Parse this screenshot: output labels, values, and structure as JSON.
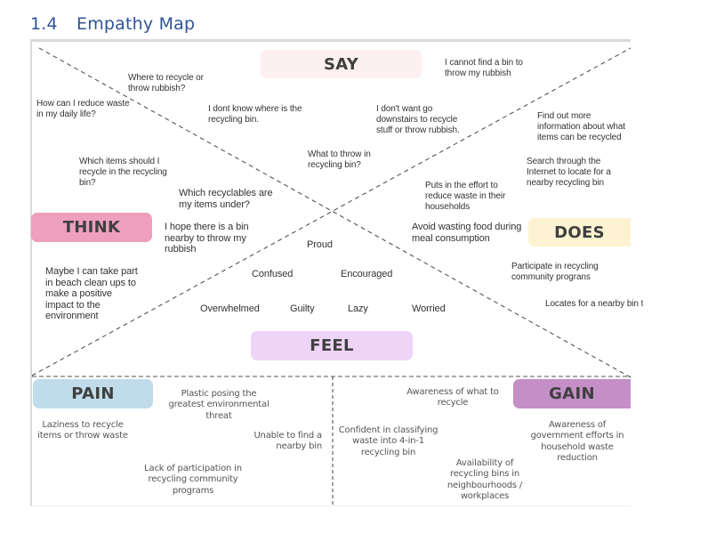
{
  "heading": {
    "number": "1.4",
    "title": "Empathy Map"
  },
  "colors": {
    "heading": "#2f5496",
    "say": "#fdf0f1",
    "think": "#ed9fbd",
    "does": "#fdf3d2",
    "feel": "#eed4f6",
    "pain": "#c0dcea",
    "gain": "#c38fc6",
    "label_text": "#3f3f3f",
    "dashed_line": "#555555"
  },
  "quadrants": {
    "say": {
      "label": "SAY",
      "items": [
        "Where to recycle or throw rubbish?",
        "How can I reduce waste in my daily life?",
        "I dont know where is the recycling bin.",
        "I don't want go downstairs to recycle stuff or throw rubbish.",
        "I cannot find a bin to throw my rubbish",
        "What to throw in recycling bin?"
      ]
    },
    "think": {
      "label": "THINK",
      "items": [
        "Which items should I recycle in the recycling bin?",
        "Which recyclables are my items under?",
        "I hope there is a bin nearby to throw my rubbish",
        "Maybe I can take part in beach clean ups to make a positive impact to the environment"
      ]
    },
    "does": {
      "label": "DOES",
      "items": [
        "Find out more information about what items can be recycled",
        "Search through the Internet to locate for a nearby recycling bin",
        "Puts in the effort to reduce waste in their households",
        "Avoid wasting food during meal consumption",
        "Participate in recycling community prograns",
        "Locates for a nearby bin to throw rubbish"
      ]
    },
    "feel": {
      "label": "FEEL",
      "items": [
        "Proud",
        "Confused",
        "Encouraged",
        "Overwhelmed",
        "Guilty",
        "Lazy",
        "Worried"
      ]
    }
  },
  "pain": {
    "label": "PAIN",
    "items": [
      "Plastic posing the greatest environmental threat",
      "Laziness to recycle items or throw waste",
      "Unable to find a nearby bin",
      "Lack of participation in recycling community programs"
    ]
  },
  "gain": {
    "label": "GAIN",
    "items": [
      "Awareness of what to recycle",
      "Confident in classifying waste into 4-in-1 recycling bin",
      "Awareness of government efforts in household waste reduction",
      "Availability of recycling bins in neighbourhoods / workplaces"
    ]
  }
}
